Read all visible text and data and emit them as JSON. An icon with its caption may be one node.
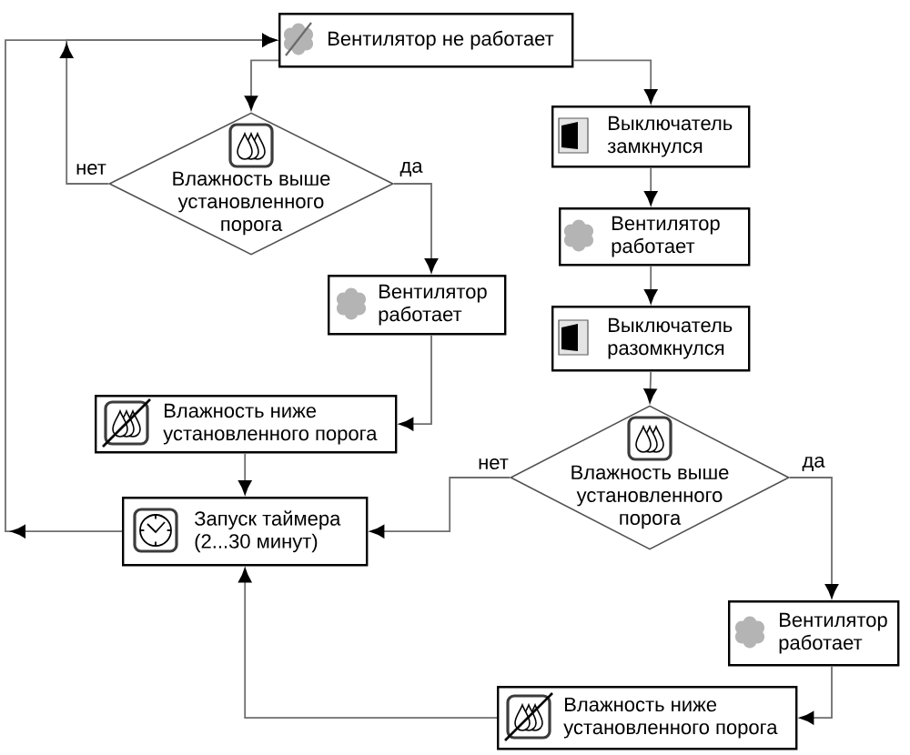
{
  "diagram": {
    "nodes": [
      {
        "text": [
          "Вентилятор не работает"
        ]
      },
      {
        "text": [
          "Влажность выше установленного порога"
        ]
      },
      {
        "text": [
          "Вентилятор работает"
        ]
      },
      {
        "text": [
          "Влажность ниже установленного порога"
        ]
      },
      {
        "text": [
          "Запуск таймера (2...30 минут)"
        ]
      },
      {
        "text": [
          "Выключатель замкнулся"
        ]
      },
      {
        "text": [
          "Вентилятор работает"
        ]
      },
      {
        "text": [
          "Выключатель разомкнулся"
        ]
      },
      {
        "text": [
          "Влажность выше установленного порога"
        ]
      },
      {
        "text": [
          "Вентилятор работает"
        ]
      },
      {
        "text": [
          "Влажность ниже установленного порога"
        ]
      }
    ],
    "edges": [
      {
        "from": 0,
        "to": 1,
        "arrow": "to"
      },
      {
        "from": 0,
        "to": 5,
        "arrow": "to"
      },
      {
        "from": 1,
        "to": 0,
        "arrow": "to",
        "label": "нет"
      },
      {
        "from": 1,
        "to": 2,
        "arrow": "to",
        "label": "да"
      },
      {
        "from": 2,
        "to": 3,
        "arrow": "to"
      },
      {
        "from": 3,
        "to": 4,
        "arrow": "to"
      },
      {
        "from": 4,
        "to": 0,
        "arrow": "to"
      },
      {
        "from": 5,
        "to": 6,
        "arrow": "to"
      },
      {
        "from": 6,
        "to": 7,
        "arrow": "to"
      },
      {
        "from": 7,
        "to": 8,
        "arrow": "to"
      },
      {
        "from": 8,
        "to": 4,
        "arrow": "to",
        "label": "нет"
      },
      {
        "from": 8,
        "to": 9,
        "arrow": "to",
        "label": "да"
      },
      {
        "from": 9,
        "to": 10,
        "arrow": "to"
      },
      {
        "from": 10,
        "to": 4,
        "arrow": "to"
      }
    ]
  }
}
